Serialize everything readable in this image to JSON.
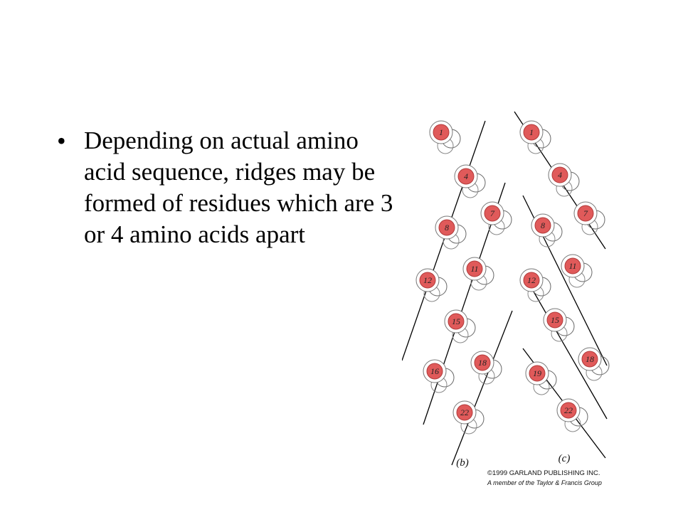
{
  "bullet": {
    "marker": "•",
    "text": "Depending on actual amino acid sequence, ridges may be formed of residues which are 3 or 4 amino acids apart"
  },
  "figure": {
    "residue_color": "#e05a5a",
    "panel_b": {
      "label": "(b)",
      "residues": [
        "1",
        "4",
        "7",
        "8",
        "11",
        "12",
        "15",
        "16",
        "18",
        "22"
      ]
    },
    "panel_c": {
      "label": "(c)",
      "residues": [
        "1",
        "4",
        "7",
        "8",
        "11",
        "12",
        "15",
        "18",
        "19",
        "22"
      ]
    },
    "credit_line1": "©1999 GARLAND PUBLISHING INC.",
    "credit_line2": "A member of the Taylor & Francis Group"
  }
}
